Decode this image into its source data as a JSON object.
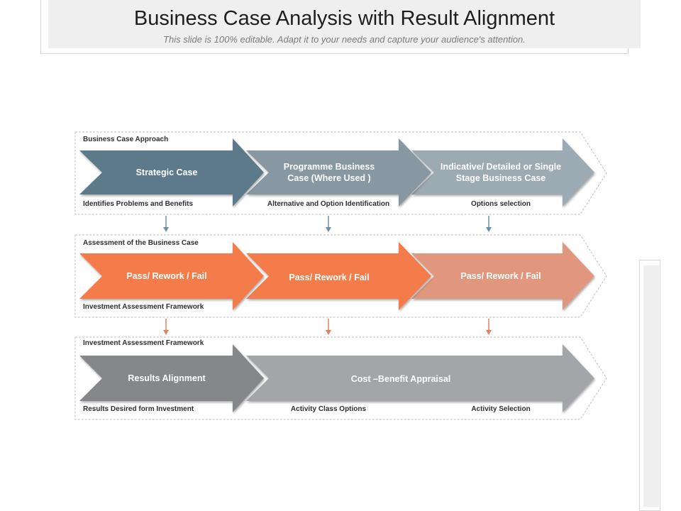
{
  "header": {
    "title": "Business Case Analysis with Result Alignment",
    "subtitle": "This slide is 100% editable. Adapt it to your needs and capture your audience's attention."
  },
  "rows": [
    {
      "label": "Business Case Approach",
      "arrows": [
        "Strategic Case",
        "Programme Business Case (Where Used )",
        "Indicative/ Detailed or Single Stage Business  Case"
      ],
      "captions": [
        "Identifies Problems and Benefits",
        "Alternative and Option Identification",
        "Options selection"
      ]
    },
    {
      "label": "Assessment of the Business Case",
      "arrows": [
        "Pass/ Rework / Fail",
        "Pass/ Rework / Fail",
        "Pass/ Rework / Fail"
      ],
      "captions": [
        "Investment Assessment Framework"
      ]
    },
    {
      "label": "Investment Assessment Framework",
      "arrows": [
        "Results  Alignment",
        "Cost –Benefit Appraisal"
      ],
      "captions": [
        "Results Desired form Investment",
        "Activity Class Options",
        "Activity Selection"
      ]
    }
  ],
  "colors": {
    "row1": [
      "#5b7a8a",
      "#8798a3",
      "#9caab3"
    ],
    "row2": [
      "#f47c4c",
      "#f47c4c",
      "#e0977d"
    ],
    "row3": [
      "#85878b",
      "#a3a5a8"
    ],
    "connector_blue": "#6f8fa3",
    "connector_orange": "#e9805a"
  }
}
